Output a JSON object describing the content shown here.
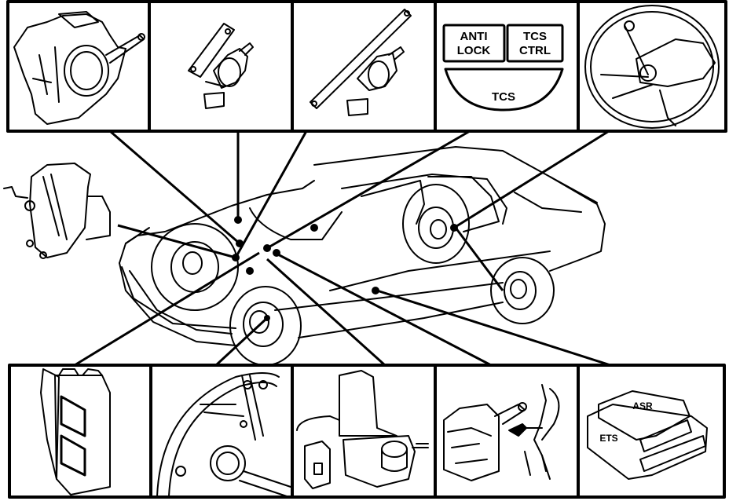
{
  "diagram": {
    "type": "component-location diagram",
    "subject": "traction control system (TCS) component locations on a vehicle",
    "colors": {
      "ink": "#000000",
      "paper": "#ffffff"
    },
    "top_panels": [
      {
        "id": "throttle-body",
        "label": ""
      },
      {
        "id": "solenoid-valve-1",
        "label": ""
      },
      {
        "id": "solenoid-valve-2",
        "label": ""
      },
      {
        "id": "warning-lamps",
        "label": "",
        "lamps": [
          "ANTI",
          "LOCK",
          "TCS",
          "CTRL",
          "TCS"
        ]
      },
      {
        "id": "front-brake-sensor",
        "label": ""
      }
    ],
    "bottom_panels": [
      {
        "id": "control-module",
        "label": ""
      },
      {
        "id": "wheel-hub-sensor",
        "label": ""
      },
      {
        "id": "hydraulic-modulator",
        "label": ""
      },
      {
        "id": "pedal-switch-assembly",
        "label": ""
      },
      {
        "id": "asr-ets-modules",
        "label": "",
        "labels": [
          "ASR",
          "ETS"
        ]
      }
    ],
    "side_component": {
      "id": "throttle-actuator",
      "label": ""
    }
  }
}
